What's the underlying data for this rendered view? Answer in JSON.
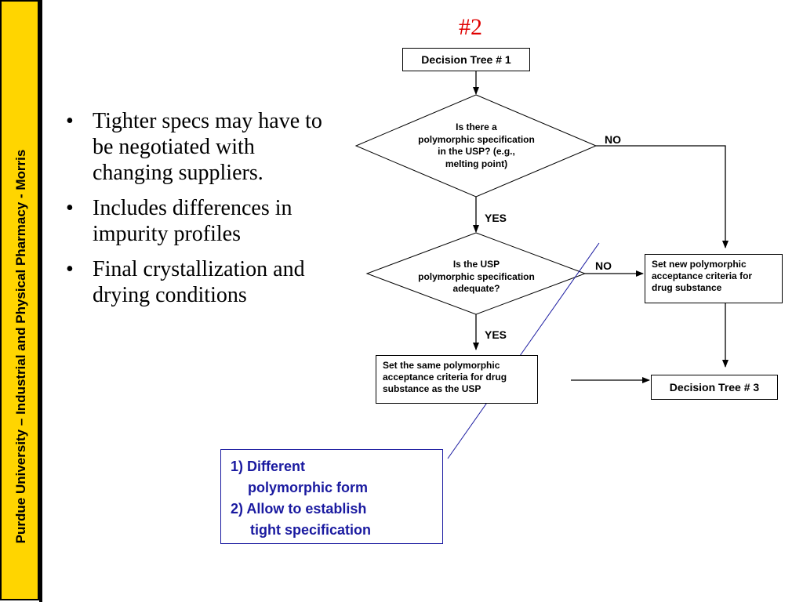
{
  "sidebar": {
    "text": "Purdue University – Industrial and Physical Pharmacy - Morris"
  },
  "slide": {
    "title": "#2"
  },
  "bullets": [
    "Tighter specs may have to be negotiated with changing suppliers.",
    "Includes differences in impurity profiles",
    "Final crystallization and drying conditions"
  ],
  "flowchart": {
    "start": "Decision Tree # 1",
    "decision1": [
      "Is there a",
      "polymorphic specification",
      "in the USP? (e.g.,",
      "melting point)"
    ],
    "decision2": [
      "Is the USP",
      "polymorphic specification",
      "adequate?"
    ],
    "no1": "NO",
    "no2": "NO",
    "yes1": "YES",
    "yes2": "YES",
    "set_new": "Set new polymorphic acceptance criteria for drug substance",
    "set_same": "Set the same polymorphic acceptance criteria for drug substance as the USP",
    "end": "Decision Tree # 3"
  },
  "note": {
    "lines": [
      "1) Different",
      "polymorphic form",
      "2) Allow to establish",
      "tight specification"
    ]
  },
  "colors": {
    "sidebar": "#ffd500",
    "title": "#e00000",
    "note": "#1a1aa0"
  }
}
